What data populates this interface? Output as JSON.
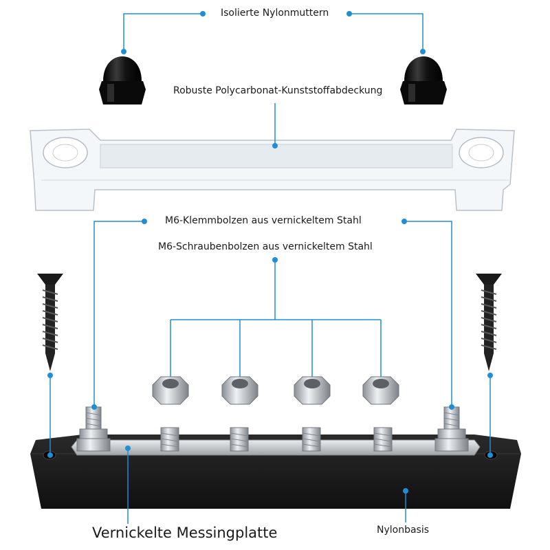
{
  "labels": {
    "nuts": "Isolierte Nylonmuttern",
    "cover": "Robuste Polycarbonat-Kunststoffabdeckung",
    "terminal_studs": "M6-Klemmbolzen aus vernickeltem Stahl",
    "screw_studs": "M6-Schraubenbolzen aus vernickeltem Stahl",
    "plate": "Vernickelte Messingplatte",
    "base": "Nylonbasis"
  },
  "colors": {
    "leader": "#1f8ed4",
    "base": "#1b1b1b",
    "cap": "#0d0d0d",
    "metal": "#c9ced3"
  }
}
